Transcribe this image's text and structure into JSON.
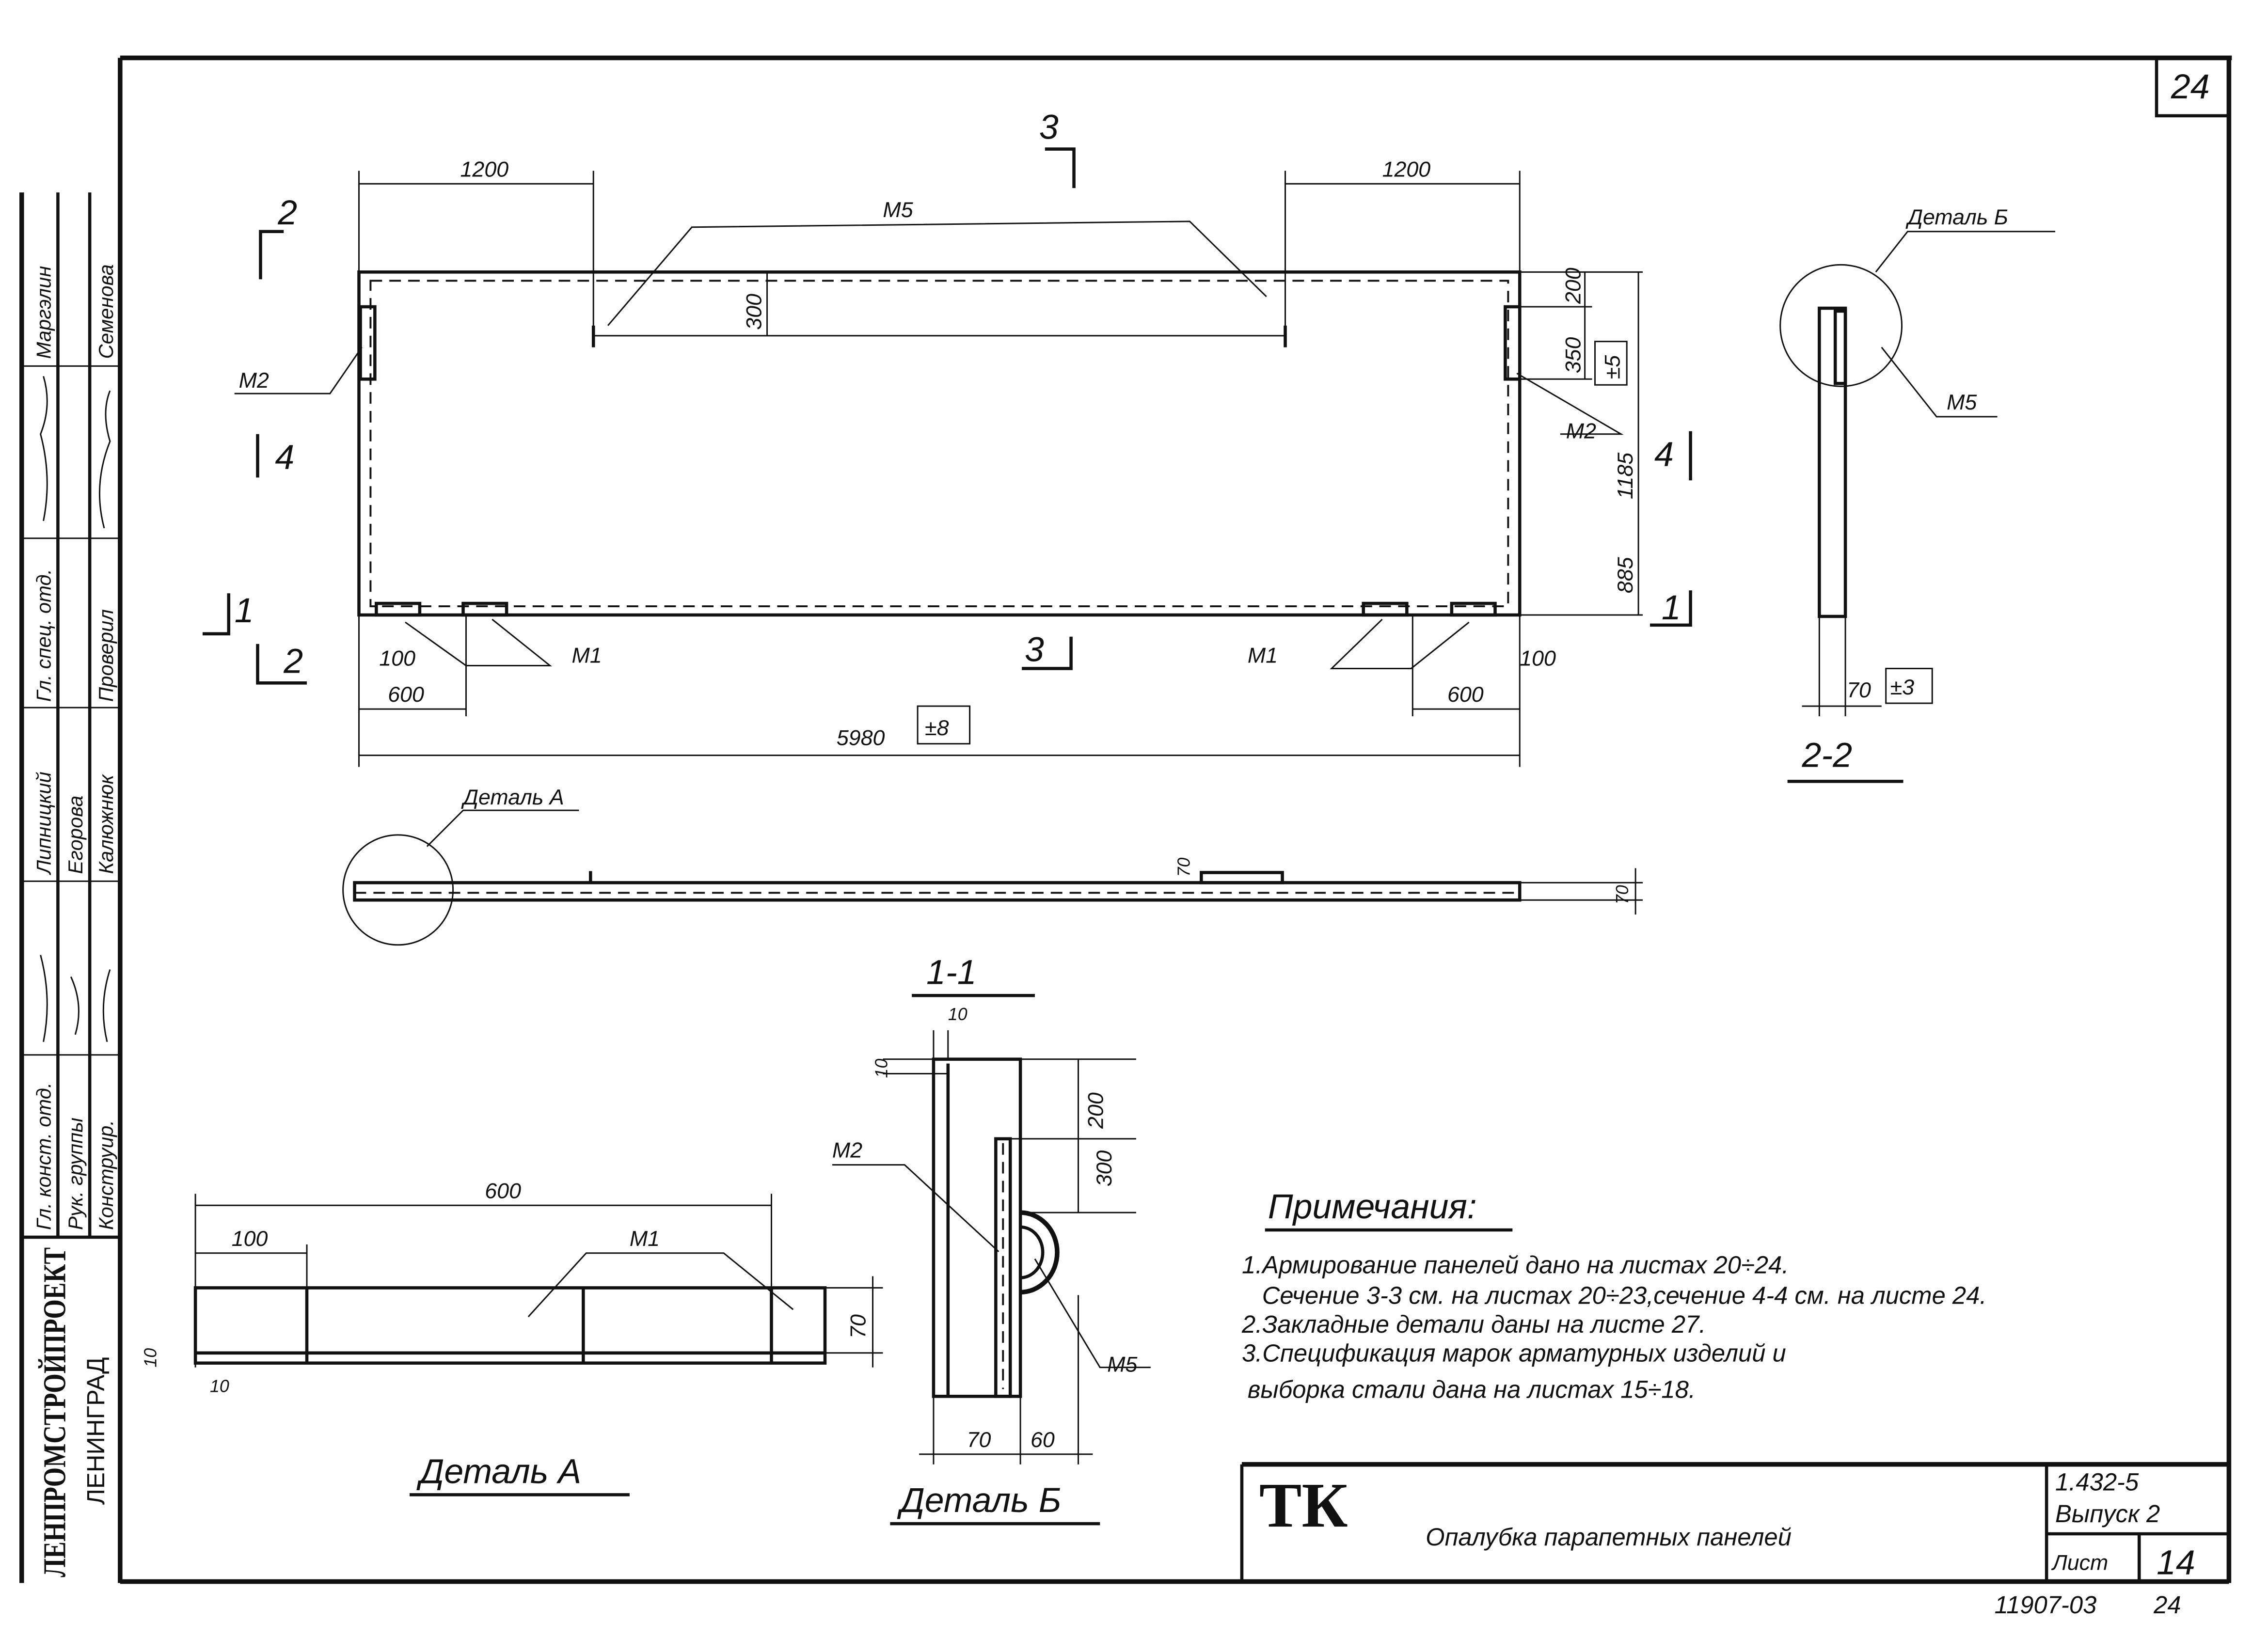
{
  "sheet_number": "24",
  "stamp": {
    "organization": "ЛЕНПРОМСТРОЙПРОЕКТ",
    "city": "ЛЕНИНГРАД",
    "rows": [
      [
        "Маргэлин",
        "",
        "Семенова"
      ],
      [
        "Гл. спец. отд.",
        "",
        "Проверил"
      ],
      [
        "Липницкий",
        "Егорова",
        "Калюжнюк"
      ],
      [
        "Гл. конст. отд.",
        "Рук. группы",
        "Конструир."
      ]
    ]
  },
  "elevation": {
    "dims": {
      "top_left": "1200",
      "top_right": "1200",
      "top_mid": "300",
      "right_200": "200",
      "right_350": "350",
      "tol_5": "±5",
      "right_885": "885",
      "right_1185": "1185",
      "bottom_100_left": "100",
      "bottom_600_left": "600",
      "bottom_600_right": "600",
      "bottom_100_right": "100",
      "overall": "5980",
      "tol_8": "±8"
    },
    "labels": {
      "m5": "М5",
      "m2_left": "М2",
      "m2_right": "М2",
      "m1_left": "М1",
      "m1_right": "М1"
    },
    "sections": {
      "s2_top": "2",
      "s4_left": "4",
      "s1_left": "1",
      "s2_bottom": "2",
      "s3_top": "3",
      "s3_bottom": "3",
      "s4_right": "4",
      "s1_right": "1"
    }
  },
  "side_view": {
    "detail_a_label": "Деталь А",
    "dim_70_a": "70",
    "dim_70_b": "70"
  },
  "section_2_2": {
    "title": "2-2",
    "detail_b_label": "Деталь Б",
    "m5": "М5",
    "dim_70": "70",
    "tol_3": "±3"
  },
  "section_1_1": {
    "title": "1-1"
  },
  "detail_b": {
    "title": "Деталь Б",
    "m2": "М2",
    "m5": "М5",
    "dim_10_top": "10",
    "dim_10_left": "10",
    "dim_200": "200",
    "dim_300": "300",
    "dim_70": "70",
    "dim_60": "60"
  },
  "detail_a": {
    "title": "Деталь А",
    "m1": "М1",
    "dim_600": "600",
    "dim_100": "100",
    "dim_70": "70",
    "dim_10_a": "10",
    "dim_10_b": "10"
  },
  "notes": {
    "title": "Примечания:",
    "lines": [
      "1.Армирование панелей дано на листах 20÷24.",
      "Сечение 3-3 см. на листах 20÷23,сечение 4-4 см. на листе 24.",
      "2.Закладные детали даны на листе 27.",
      "3.Спецификация марок арматурных изделий и",
      "выборка стали дана на листах 15÷18."
    ]
  },
  "title_block": {
    "logo": "ТК",
    "title": "Опалубка парапетных панелей",
    "series": "1.432-5",
    "issue": "Выпуск 2",
    "sheet_label": "Лист",
    "sheet": "14"
  },
  "footer": {
    "inventory": "11907-03",
    "page": "24"
  }
}
